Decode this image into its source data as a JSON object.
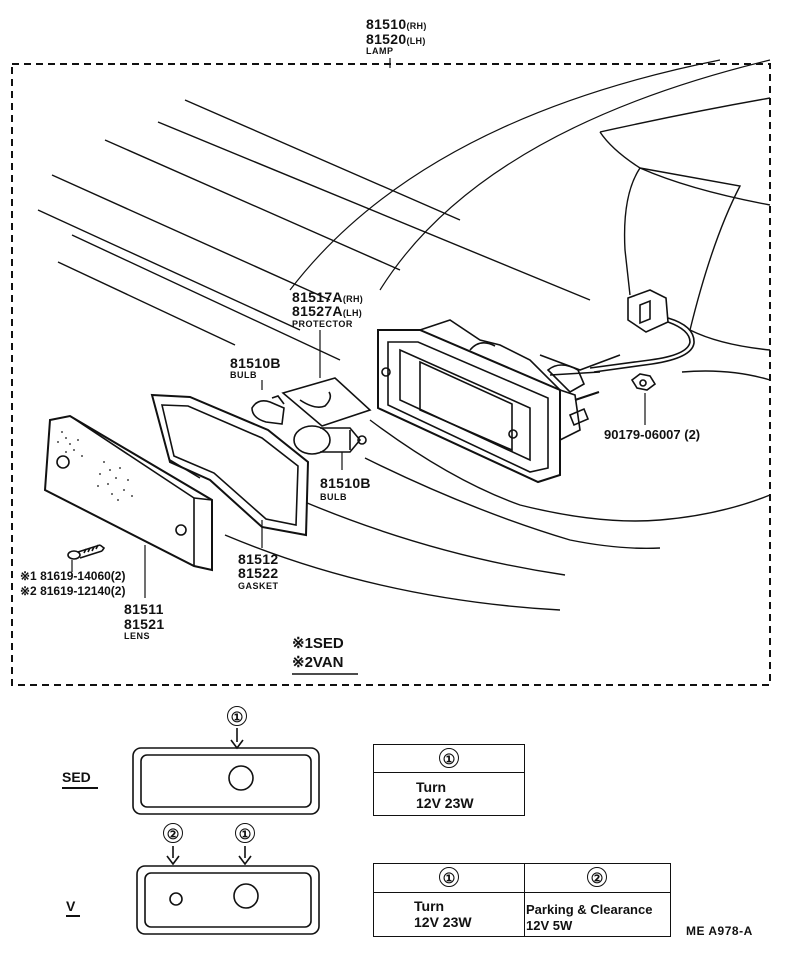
{
  "parts": {
    "lamp": {
      "rh": "81510",
      "rh_tag": "(RH)",
      "lh": "81520",
      "lh_tag": "(LH)",
      "name": "LAMP"
    },
    "protector": {
      "rh": "81517A",
      "rh_tag": "(RH)",
      "lh": "81527A",
      "lh_tag": "(LH)",
      "name": "PROTECTOR"
    },
    "bulb_small": {
      "num": "81510B",
      "name": "BULB"
    },
    "bulb_large": {
      "num": "81510B",
      "name": "BULB"
    },
    "nut": {
      "num": "90179-06007 (2)"
    },
    "gasket": {
      "a": "81512",
      "b": "81522",
      "name": "GASKET"
    },
    "lens": {
      "a": "81511",
      "b": "81521",
      "name": "LENS"
    },
    "screw": {
      "line1": "※1 81619-14060(2)",
      "line2": "※2 81619-12140(2)"
    }
  },
  "legend": {
    "line1": "※1SED",
    "line2": "※2VAN"
  },
  "variants": {
    "sed": {
      "label": "SED",
      "arrow1": "①",
      "table": {
        "head": "①",
        "line1": "Turn",
        "line2": "12V  23W"
      }
    },
    "van": {
      "label": "V",
      "arrow1": "①",
      "arrow2": "②",
      "table": {
        "col1": {
          "head": "①",
          "line1": "Turn",
          "line2": "12V  23W"
        },
        "col2": {
          "head": "②",
          "line1": "Parking & Clearance",
          "line2": "12V  5W"
        }
      }
    }
  },
  "code": "ME  A978-A"
}
